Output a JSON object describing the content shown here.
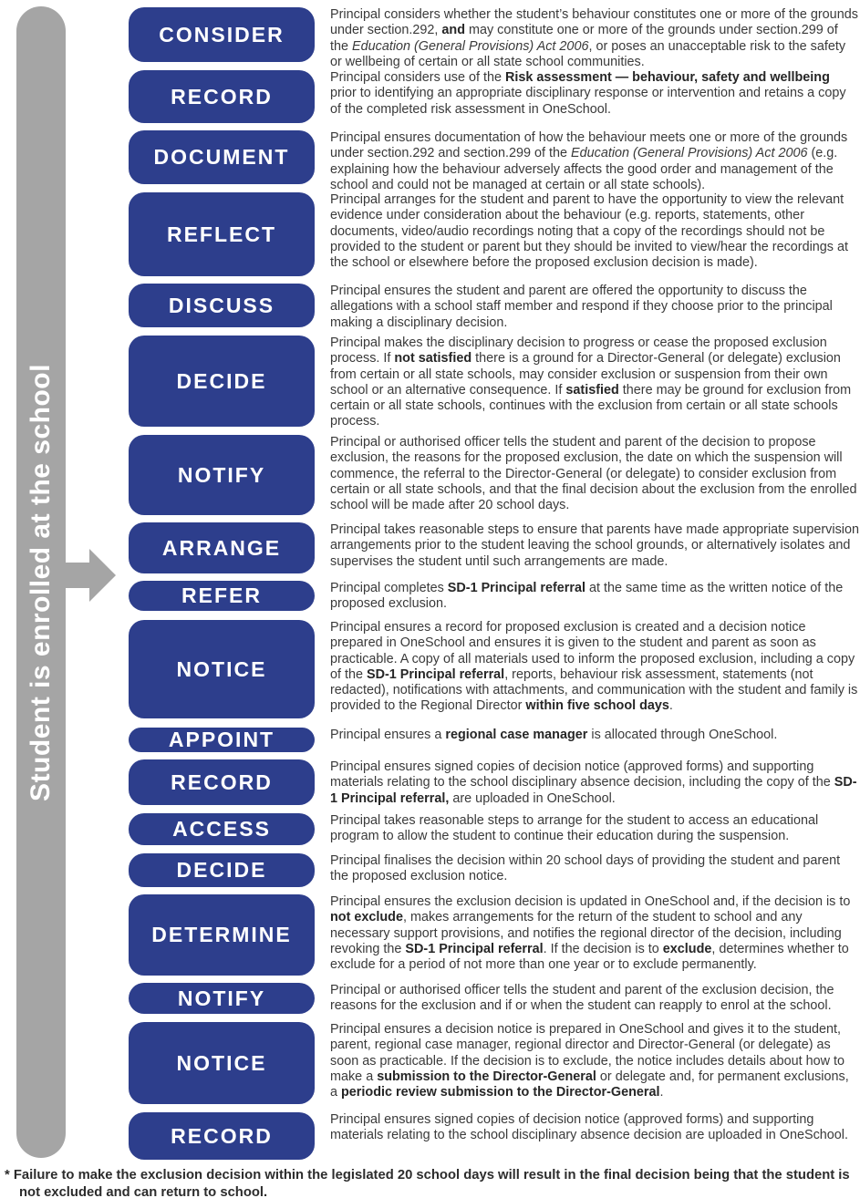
{
  "sidebar": {
    "label": "Student is enrolled at the school"
  },
  "icons": {
    "flow_arrow": "right-arrow"
  },
  "colors": {
    "step_blue": "#2d3e8c",
    "bar_gray": "#a5a5a5",
    "body_text": "#3a3a3a"
  },
  "steps": [
    {
      "label": "CONSIDER",
      "desc": [
        {
          "t": "Principal considers whether the student’s behaviour constitutes one or more of the grounds under section.292, "
        },
        {
          "t": "and",
          "b": true
        },
        {
          "t": " may constitute one or more of the grounds under section.299 of the "
        },
        {
          "t": "Education (General Provisions) Act 2006",
          "i": true
        },
        {
          "t": ", or poses an unacceptable risk to the safety or wellbeing of certain or all state school communities."
        }
      ]
    },
    {
      "label": "RECORD",
      "desc": [
        {
          "t": "Principal considers use of the "
        },
        {
          "t": "Risk assessment — behaviour, safety and wellbeing",
          "b": true
        },
        {
          "t": " prior to identifying an appropriate disciplinary response or intervention and retains a copy of the completed risk assessment in OneSchool."
        }
      ]
    },
    {
      "label": "DOCUMENT",
      "desc": [
        {
          "t": "Principal ensures documentation of how the behaviour meets one or more of the grounds under section.292 and section.299 of the "
        },
        {
          "t": "Education (General Provisions) Act 2006",
          "i": true
        },
        {
          "t": " (e.g. explaining how the behaviour adversely affects the good order and management of the school and could not be managed at certain or all state schools)."
        }
      ]
    },
    {
      "label": "REFLECT",
      "desc": [
        {
          "t": "Principal arranges for the student and parent to have the opportunity to view the relevant evidence under consideration about the behaviour (e.g. reports, statements, other documents, video/audio recordings noting that a copy of the recordings should not be provided to the student or parent but they should be invited to view/hear the recordings at the school or elsewhere before the proposed exclusion decision is made)."
        }
      ]
    },
    {
      "label": "DISCUSS",
      "desc": [
        {
          "t": "Principal ensures the student and parent are offered the opportunity to discuss the allegations with a school staff member and respond if they choose prior to the principal making a disciplinary decision."
        }
      ]
    },
    {
      "label": "DECIDE",
      "desc": [
        {
          "t": "Principal makes the disciplinary decision to progress or cease the proposed exclusion process. If "
        },
        {
          "t": "not satisfied",
          "b": true
        },
        {
          "t": " there is a ground for a Director-General (or delegate) exclusion from certain or all state schools, may consider exclusion or suspension from their own school or an alternative consequence. If "
        },
        {
          "t": "satisfied",
          "b": true
        },
        {
          "t": " there may be ground for exclusion from certain or all state schools, continues with the exclusion from certain or all state schools process."
        }
      ]
    },
    {
      "label": "NOTIFY",
      "desc": [
        {
          "t": "Principal or authorised officer tells the student and parent of the decision to propose exclusion, the reasons for the proposed exclusion, the date on which the suspension will commence, the referral to the Director-General (or delegate) to consider exclusion from certain or all state schools, and that the final decision about the exclusion from the enrolled school will be made after 20 school days."
        }
      ]
    },
    {
      "label": "ARRANGE",
      "desc": [
        {
          "t": "Principal takes reasonable steps to ensure that parents have made appropriate supervision arrangements prior to the student leaving the school grounds, or alternatively isolates and supervises the student until such arrangements are made."
        }
      ]
    },
    {
      "label": "REFER",
      "desc": [
        {
          "t": "Principal completes "
        },
        {
          "t": "SD-1 Principal referral",
          "b": true
        },
        {
          "t": " at the same time as the written notice of the proposed exclusion."
        }
      ]
    },
    {
      "label": "NOTICE",
      "desc": [
        {
          "t": "Principal ensures a record for proposed exclusion is created and a decision notice prepared in OneSchool and ensures it is given to the student and parent as soon as practicable. A copy of all materials used to inform the proposed exclusion, including a copy of the "
        },
        {
          "t": "SD-1 Principal referral",
          "b": true
        },
        {
          "t": ", reports, behaviour risk assessment, statements (not redacted), notifications with attachments, and communication with the student and family is provided to the Regional Director "
        },
        {
          "t": "within five school days",
          "b": true
        },
        {
          "t": "."
        }
      ]
    },
    {
      "label": "APPOINT",
      "desc": [
        {
          "t": "Principal ensures a "
        },
        {
          "t": "regional case manager",
          "b": true
        },
        {
          "t": " is allocated through OneSchool."
        }
      ]
    },
    {
      "label": "RECORD",
      "desc": [
        {
          "t": "Principal ensures signed copies of decision notice (approved forms) and supporting materials relating to the school disciplinary absence decision, including the copy of the "
        },
        {
          "t": "SD-1 Principal referral,",
          "b": true
        },
        {
          "t": " are uploaded in OneSchool."
        }
      ]
    },
    {
      "label": "ACCESS",
      "desc": [
        {
          "t": "Principal takes reasonable steps to arrange for the student to access an educational program to allow the student to continue their education during the suspension."
        }
      ]
    },
    {
      "label": "DECIDE",
      "desc": [
        {
          "t": "Principal finalises the decision within 20 school days of providing the student and parent the proposed exclusion notice."
        }
      ]
    },
    {
      "label": "DETERMINE",
      "desc": [
        {
          "t": "Principal ensures the exclusion decision is updated in OneSchool and, if the decision is to "
        },
        {
          "t": "not exclude",
          "b": true
        },
        {
          "t": ", makes arrangements for the return of the student to school and any necessary support provisions, and notifies the regional director of the decision, including revoking the "
        },
        {
          "t": "SD-1 Principal referral",
          "b": true
        },
        {
          "t": ". If the decision is to "
        },
        {
          "t": "exclude",
          "b": true
        },
        {
          "t": ", determines whether to exclude for a period of not more than one year or to exclude permanently."
        }
      ]
    },
    {
      "label": "NOTIFY",
      "desc": [
        {
          "t": "Principal or authorised officer tells the student and parent of the exclusion decision, the reasons for the exclusion and if or when the student can reapply to enrol at the school."
        }
      ]
    },
    {
      "label": "NOTICE",
      "desc": [
        {
          "t": "Principal ensures a decision notice is prepared in OneSchool and gives it to the student, parent, regional case manager, regional director and Director-General (or delegate) as soon as practicable. If the decision is to exclude, the notice includes details about how to make a "
        },
        {
          "t": "submission to the Director-General",
          "b": true
        },
        {
          "t": " or delegate and, for permanent exclusions, a "
        },
        {
          "t": "periodic review submission to the Director-General",
          "b": true
        },
        {
          "t": "."
        }
      ]
    },
    {
      "label": "RECORD",
      "desc": [
        {
          "t": "Principal ensures signed copies of decision notice (approved forms) and supporting materials relating to the school disciplinary absence decision are uploaded in OneSchool."
        }
      ]
    }
  ],
  "footnote": "* Failure to make the exclusion decision within the legislated 20 school days will result in the final decision being that the student is not excluded and can return to school."
}
